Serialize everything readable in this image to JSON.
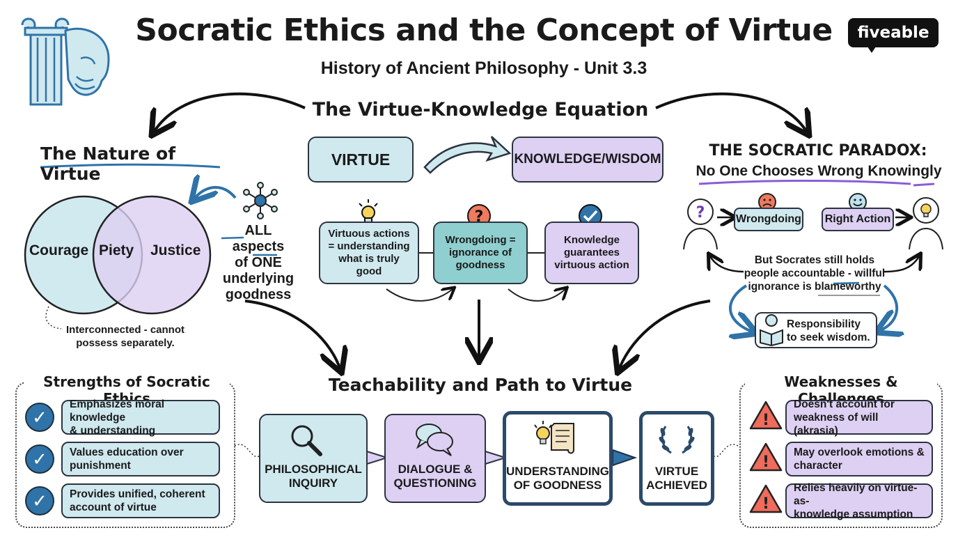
{
  "header": {
    "title": "Socratic Ethics and the Concept of Virtue",
    "subtitle": "History of Ancient Philosophy - Unit 3.3",
    "logo": "fiveable"
  },
  "equation": {
    "heading": "The Virtue-Knowledge Equation",
    "virtue": "VIRTUE",
    "knowledge": "KNOWLEDGE/WISDOM",
    "cards": [
      "Virtuous actions = understanding what is truly good",
      "Wrongdoing = ignorance of goodness",
      "Knowledge guarantees virtuous action"
    ]
  },
  "nature": {
    "heading": "The Nature of Virtue",
    "circles": [
      "Courage",
      "Piety",
      "Justice"
    ],
    "aspects_1": "ALL aspects",
    "aspects_2": "of ONE",
    "aspects_3": "underlying",
    "aspects_4": "goodness",
    "note_1": "Interconnected - cannot",
    "note_2": "possess separately."
  },
  "paradox": {
    "heading_1": "THE SOCRATIC PARADOX:",
    "heading_2": "No One Chooses Wrong Knowingly",
    "wrongdoing": "Wrongdoing",
    "right_action": "Right Action",
    "accountable_1": "But Socrates still holds",
    "accountable_2": "people accountable - willful",
    "accountable_3": "ignorance is blameworthy",
    "responsibility_1": "Responsibility",
    "responsibility_2": "to seek wisdom."
  },
  "path": {
    "heading": "Teachability and Path to Virtue",
    "steps": [
      {
        "l1": "PHILOSOPHICAL",
        "l2": "INQUIRY"
      },
      {
        "l1": "DIALOGUE &",
        "l2": "QUESTIONING"
      },
      {
        "l1": "UNDERSTANDING",
        "l2": "OF GOODNESS"
      },
      {
        "l1": "VIRTUE",
        "l2": "ACHIEVED"
      }
    ]
  },
  "strengths": {
    "heading": "Strengths of Socratic Ethics",
    "items": [
      {
        "l1": "Emphasizes moral knowledge",
        "l2": "& understanding"
      },
      {
        "l1": "Values education over",
        "l2": "punishment"
      },
      {
        "l1": "Provides unified, coherent",
        "l2": "account of virtue"
      }
    ]
  },
  "weaknesses": {
    "heading": "Weaknesses & Challenges",
    "items": [
      {
        "l1": "Doesn't account for",
        "l2": "weakness of will (akrasia)"
      },
      {
        "l1": "May overlook emotions &",
        "l2": "character"
      },
      {
        "l1": "Relies heavily on virtue-as-",
        "l2": "knowledge assumption"
      }
    ]
  },
  "colors": {
    "blue": "#cfe9ef",
    "purple": "#ddd0f3",
    "teal": "#8fcfcf",
    "accent_blue": "#2f73a8",
    "warning": "#ef6b5b"
  }
}
